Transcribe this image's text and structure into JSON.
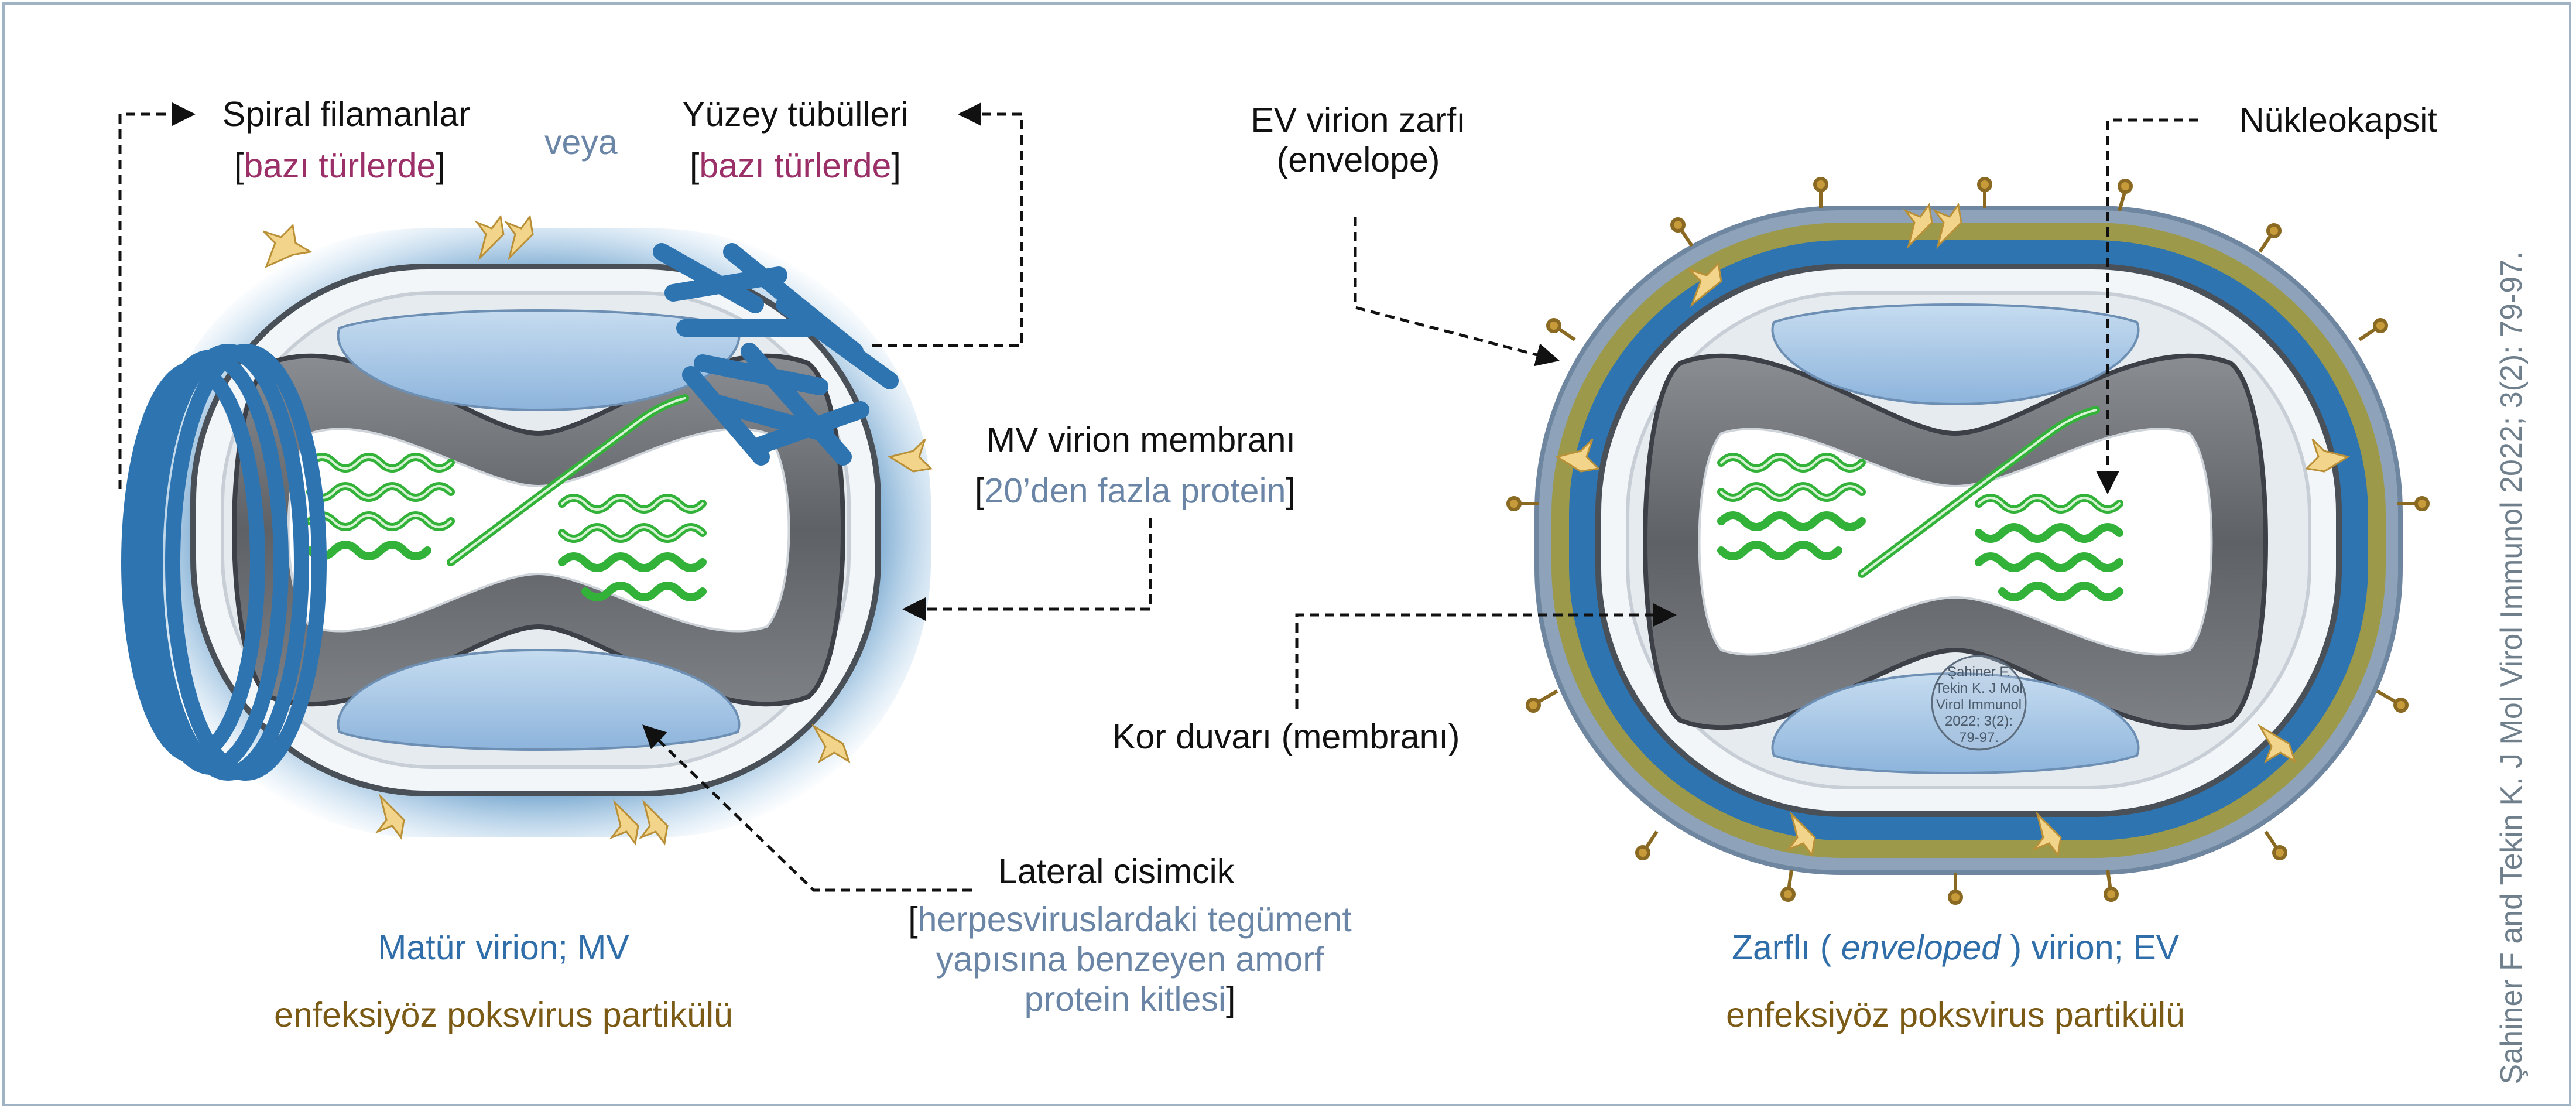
{
  "labels": {
    "spiral": "Spiral filamanlar",
    "spiral_note": "bazı türlerde",
    "veya": "veya",
    "tubules": "Yüzey tübülleri",
    "tubules_note": "bazı türlerde",
    "mv_membrane": "MV virion membranı",
    "mv_membrane_note": "20’den fazla protein",
    "lateral": "Lateral cisimcik",
    "lateral_note_1": "herpesviruslardaki tegüment",
    "lateral_note_2": "yapısına benzeyen amorf",
    "lateral_note_3": "protein kitlesi",
    "mv_name": "Matür virion; MV",
    "mv_sub": "enfeksiyöz poksvirus partikülü",
    "ev_envelope_1": "EV virion zarfı",
    "ev_envelope_2": "(envelope)",
    "nucleocapsid": "Nükleokapsit",
    "core_wall": "Kor duvarı (membranı)",
    "ev_name_pre": "Zarflı (",
    "ev_name_italic": "enveloped",
    "ev_name_post": ") virion; EV",
    "ev_sub": "enfeksiyöz poksvirus partikülü",
    "credit": "Şahiner F and Tekin K. J Mol Virol Immunol 2022; 3(2): 79-97.",
    "stamp_1": "Şahiner F.",
    "stamp_2": "Tekin K. J Mol",
    "stamp_3": "Virol Immunol",
    "stamp_4": "2022; 3(2):",
    "stamp_5": "79-97."
  },
  "colors": {
    "label_blue": "#2f6ea8",
    "label_olive": "#7a5a14",
    "note_pink": "#9b2f68",
    "note_steel": "#6a85a6",
    "surface_blue": "#2e74b0",
    "core_gray": "#6f7278",
    "lateral_body": "#a9c7e6",
    "dna_green": "#33b23a",
    "protein_yellow": "#f2d58a",
    "envelope_olive": "#9c9a4a",
    "frame": "#9fb3c4"
  },
  "icons": {
    "arrow": "dashed-arrow",
    "protein_spike": "y-shaped-spike"
  }
}
